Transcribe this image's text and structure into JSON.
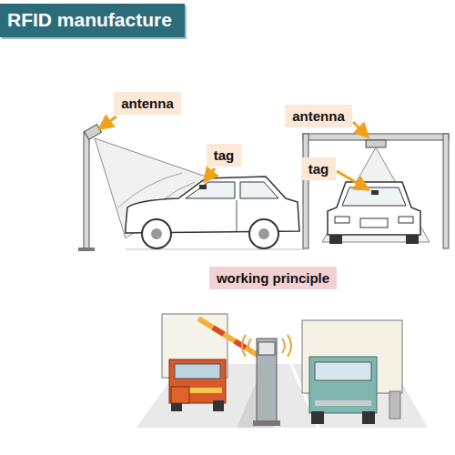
{
  "diagram": {
    "title": "RFID manufacture",
    "nodes": [
      {
        "text": [
          "antenna"
        ]
      },
      {
        "text": [
          "tag"
        ]
      },
      {
        "text": [
          "antenna"
        ]
      },
      {
        "text": [
          "tag"
        ]
      },
      {
        "text": [
          "working principle"
        ]
      }
    ]
  }
}
